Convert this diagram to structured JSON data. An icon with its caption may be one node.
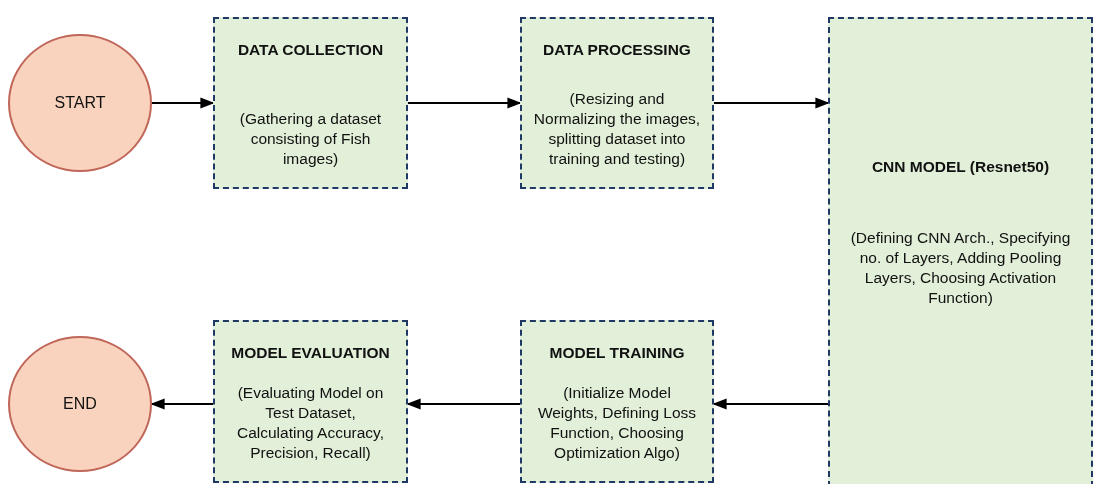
{
  "diagram": {
    "nodes": [
      {
        "text": [
          "START"
        ]
      },
      {
        "text": [
          "DATA COLLECTION",
          "(Gathering a dataset consisting of Fish images)"
        ]
      },
      {
        "text": [
          "DATA PROCESSING",
          "(Resizing and Normalizing the images, splitting dataset into training and testing)"
        ]
      },
      {
        "text": [
          "CNN MODEL (Resnet50)",
          "(Defining CNN Arch., Specifying no. of Layers, Adding Pooling Layers, Choosing Activation Function)"
        ]
      },
      {
        "text": [
          "MODEL EVALUATION",
          "(Evaluating Model on Test Dataset, Calculating Accuracy, Precision, Recall)"
        ]
      },
      {
        "text": [
          "MODEL TRAINING",
          "(Initialize Model Weights, Defining Loss Function, Choosing Optimization Algo)"
        ]
      },
      {
        "text": [
          "END"
        ]
      }
    ],
    "edges": [
      {
        "from": 0,
        "to": 1,
        "arrow": "to"
      },
      {
        "from": 1,
        "to": 2,
        "arrow": "to"
      },
      {
        "from": 2,
        "to": 3,
        "arrow": "to"
      },
      {
        "from": 3,
        "to": 5,
        "arrow": "to"
      },
      {
        "from": 5,
        "to": 4,
        "arrow": "to"
      },
      {
        "from": 4,
        "to": 6,
        "arrow": "to"
      }
    ]
  }
}
